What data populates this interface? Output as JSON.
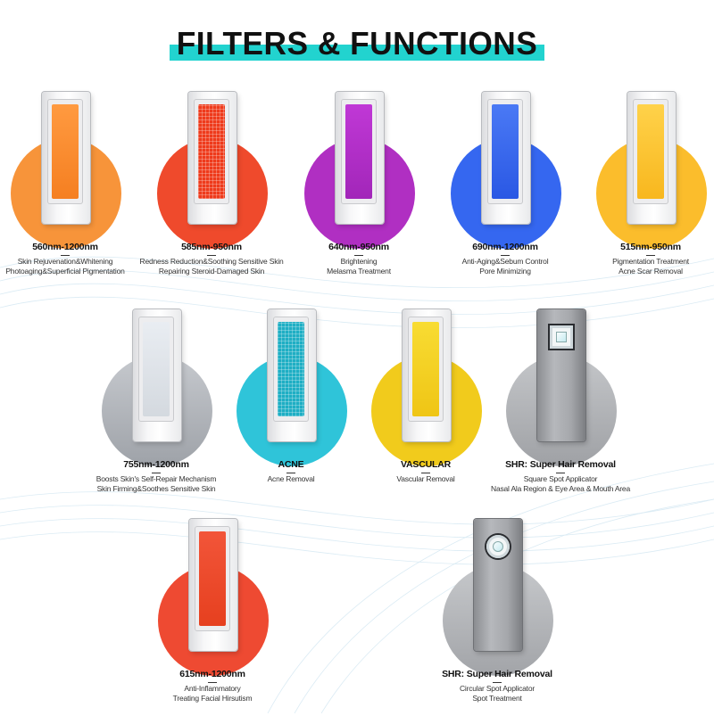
{
  "title": "FILTERS & FUNCTIONS",
  "colors": {
    "title_bar": "#22d3cf",
    "orange": "#f7943a",
    "red": "#ef4a2c",
    "purple": "#b02fc2",
    "blue": "#3567f0",
    "yellow": "#fbbd2c",
    "silver": "#c6c9ce",
    "cyan": "#2fc4d9",
    "vascular": "#f1cb1c",
    "gray": "#b8babd",
    "coral": "#ee4a32"
  },
  "items": [
    {
      "wavelength": "560nm-1200nm",
      "lines": [
        "Skin Rejuvenation&Whitening",
        "Photoaging&Superficial Pigmentation"
      ]
    },
    {
      "wavelength": "585nm-950nm",
      "lines": [
        "Redness Reduction&Soothing Sensitive Skin",
        "Repairing Steroid-Damaged Skin"
      ]
    },
    {
      "wavelength": "640nm-950nm",
      "lines": [
        "Brightening",
        "Melasma Treatment"
      ]
    },
    {
      "wavelength": "690nm-1200nm",
      "lines": [
        "Anti-Aging&Sebum Control",
        "Pore Minimizing"
      ]
    },
    {
      "wavelength": "515nm-950nm",
      "lines": [
        "Pigmentation Treatment",
        "Acne Scar Removal"
      ]
    },
    {
      "wavelength": "755nm-1200nm",
      "lines": [
        "Boosts Skin's Self-Repair Mechanism",
        "Skin Firming&Soothes Sensitive Skin"
      ]
    },
    {
      "wavelength": "ACNE",
      "lines": [
        "Acne Removal"
      ]
    },
    {
      "wavelength": "VASCULAR",
      "lines": [
        "Vascular Removal"
      ]
    },
    {
      "wavelength": "SHR: Super Hair Removal",
      "lines": [
        "Square Spot Applicator",
        "Nasal Ala Region & Eye Area & Mouth Area"
      ]
    },
    {
      "wavelength": "615nm-1200nm",
      "lines": [
        "Anti-Inflammatory",
        "Treating Facial Hirsutism"
      ]
    },
    {
      "wavelength": "SHR: Super Hair Removal",
      "lines": [
        "Circular Spot Applicator",
        "Spot Treatment"
      ]
    }
  ]
}
